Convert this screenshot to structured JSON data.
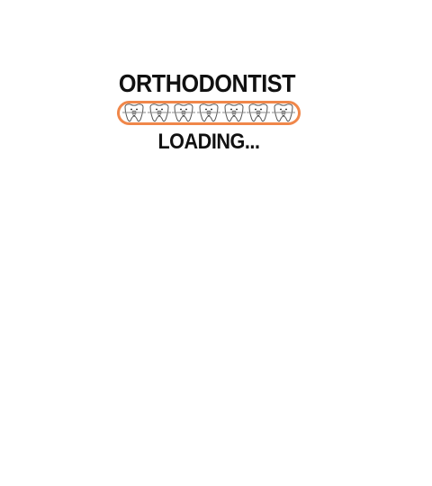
{
  "graphic": {
    "title": "ORTHODONTIST",
    "status": "LOADING...",
    "progress_fraction": 0.95,
    "tooth_count": 7,
    "tooth_icon": "tooth-with-braces-icon",
    "colors": {
      "text": "#111111",
      "bar_border": "#f0874a",
      "tooth_outline": "#555555",
      "wire": "#8a8a8a",
      "bracket": "#9a9a9a",
      "background": "#ffffff"
    }
  }
}
